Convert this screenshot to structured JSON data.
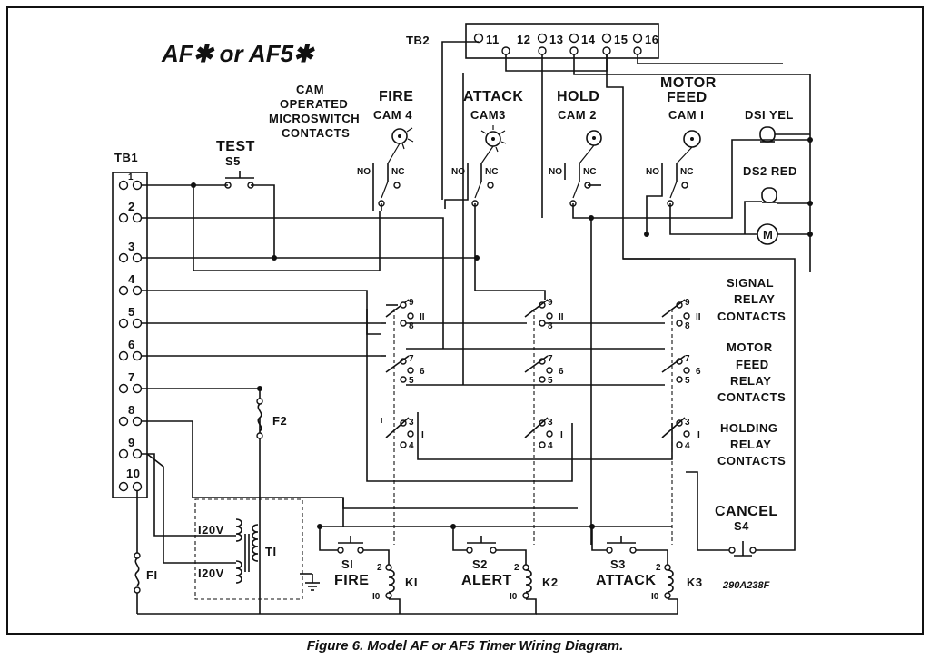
{
  "title": "AF✱ or AF5✱",
  "caption": "Figure 6.  Model AF or AF5 Timer Wiring Diagram.",
  "part_number": "290A238F",
  "tb1": {
    "label": "TB1",
    "terminals": [
      "1",
      "2",
      "3",
      "4",
      "5",
      "6",
      "7",
      "8",
      "9",
      "10"
    ]
  },
  "tb2": {
    "label": "TB2",
    "terminals": [
      "11",
      "12",
      "13",
      "14",
      "15",
      "16"
    ]
  },
  "cam_header": [
    "CAM",
    "OPERATED",
    "MICROSWITCH",
    "CONTACTS"
  ],
  "test": {
    "label": "TEST",
    "id": "S5"
  },
  "cams": [
    {
      "name": "FIRE",
      "cam": "CAM 4"
    },
    {
      "name": "ATTACK",
      "cam": "CAM3"
    },
    {
      "name": "HOLD",
      "cam": "CAM 2"
    },
    {
      "name_line1": "MOTOR",
      "name_line2": "FEED",
      "cam": "CAM I"
    }
  ],
  "switch_no": "NO",
  "switch_nc": "NC",
  "lamps": [
    {
      "label": "DSI YEL"
    },
    {
      "label": "DS2 RED"
    }
  ],
  "motor": "M",
  "relay_groups": [
    {
      "lines": [
        "SIGNAL",
        "RELAY",
        "CONTACTS"
      ],
      "pins": [
        "9",
        "8",
        "II"
      ]
    },
    {
      "lines": [
        "MOTOR",
        "FEED",
        "RELAY",
        "CONTACTS"
      ],
      "pins": [
        "7",
        "5",
        "6"
      ]
    },
    {
      "lines": [
        "HOLDING",
        "RELAY",
        "CONTACTS"
      ],
      "pins": [
        "3",
        "4",
        "I"
      ]
    }
  ],
  "fuses": [
    "F2",
    "FI"
  ],
  "transformer": {
    "id": "TI",
    "primary": "I20V",
    "secondary": "I20V"
  },
  "cancel": {
    "label": "CANCEL",
    "id": "S4"
  },
  "push_switches": [
    {
      "id": "SI",
      "label": "FIRE"
    },
    {
      "id": "S2",
      "label": "ALERT"
    },
    {
      "id": "S3",
      "label": "ATTACK"
    }
  ],
  "coils": [
    {
      "id": "KI",
      "pin_top": "2",
      "pin_bot": "I0"
    },
    {
      "id": "K2",
      "pin_top": "2",
      "pin_bot": "I0"
    },
    {
      "id": "K3",
      "pin_top": "2",
      "pin_bot": "I0"
    }
  ]
}
